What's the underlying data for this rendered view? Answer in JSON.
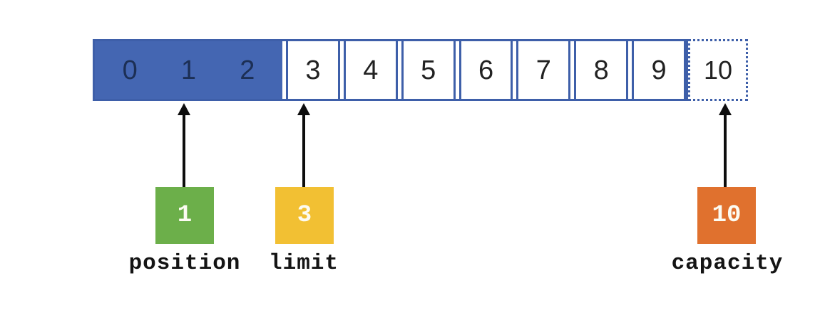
{
  "diagram": {
    "bar": {
      "filled_cells": [
        "0",
        "1",
        "2"
      ],
      "open_cells": [
        "3",
        "4",
        "5",
        "6",
        "7",
        "8",
        "9"
      ],
      "dotted_cell": "10"
    },
    "pointers": {
      "position": {
        "value": "1",
        "label": "position"
      },
      "limit": {
        "value": "3",
        "label": "limit"
      },
      "capacity": {
        "value": "10",
        "label": "capacity"
      }
    },
    "colors": {
      "bar_fill": "#4466B2",
      "bar_border": "#3E5FA9",
      "position_box": "#6CAF4A",
      "limit_box": "#F2C033",
      "capacity_box": "#E0712E",
      "arrow": "#0D0D0D"
    }
  }
}
